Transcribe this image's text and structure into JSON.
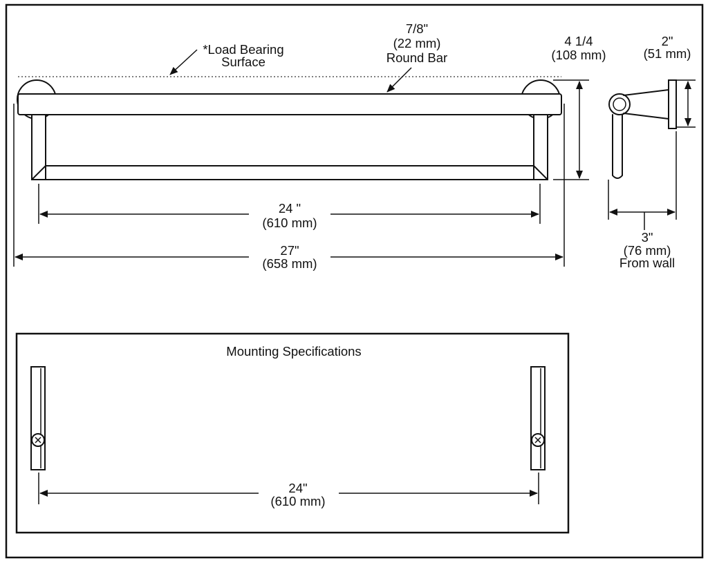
{
  "labels": {
    "load_bearing_line1": "*Load Bearing",
    "load_bearing_line2": "Surface",
    "bar_dia_line1": "7/8\"",
    "bar_dia_line2": "(22 mm)",
    "bar_dia_line3": "Round Bar",
    "height_line1": "4 1/4",
    "height_line2": "(108 mm)",
    "flange_line1": "2\"",
    "flange_line2": "(51 mm)",
    "inner_width_line1": "24 \"",
    "inner_width_line2": "(610 mm)",
    "overall_width_line1": "27\"",
    "overall_width_line2": "(658 mm)",
    "projection_line1": "3\"",
    "projection_line2": "(76 mm)",
    "projection_line3": "From wall"
  },
  "mounting": {
    "title": "Mounting Specifications",
    "spacing_line1": "24\"",
    "spacing_line2": "(610 mm)"
  }
}
